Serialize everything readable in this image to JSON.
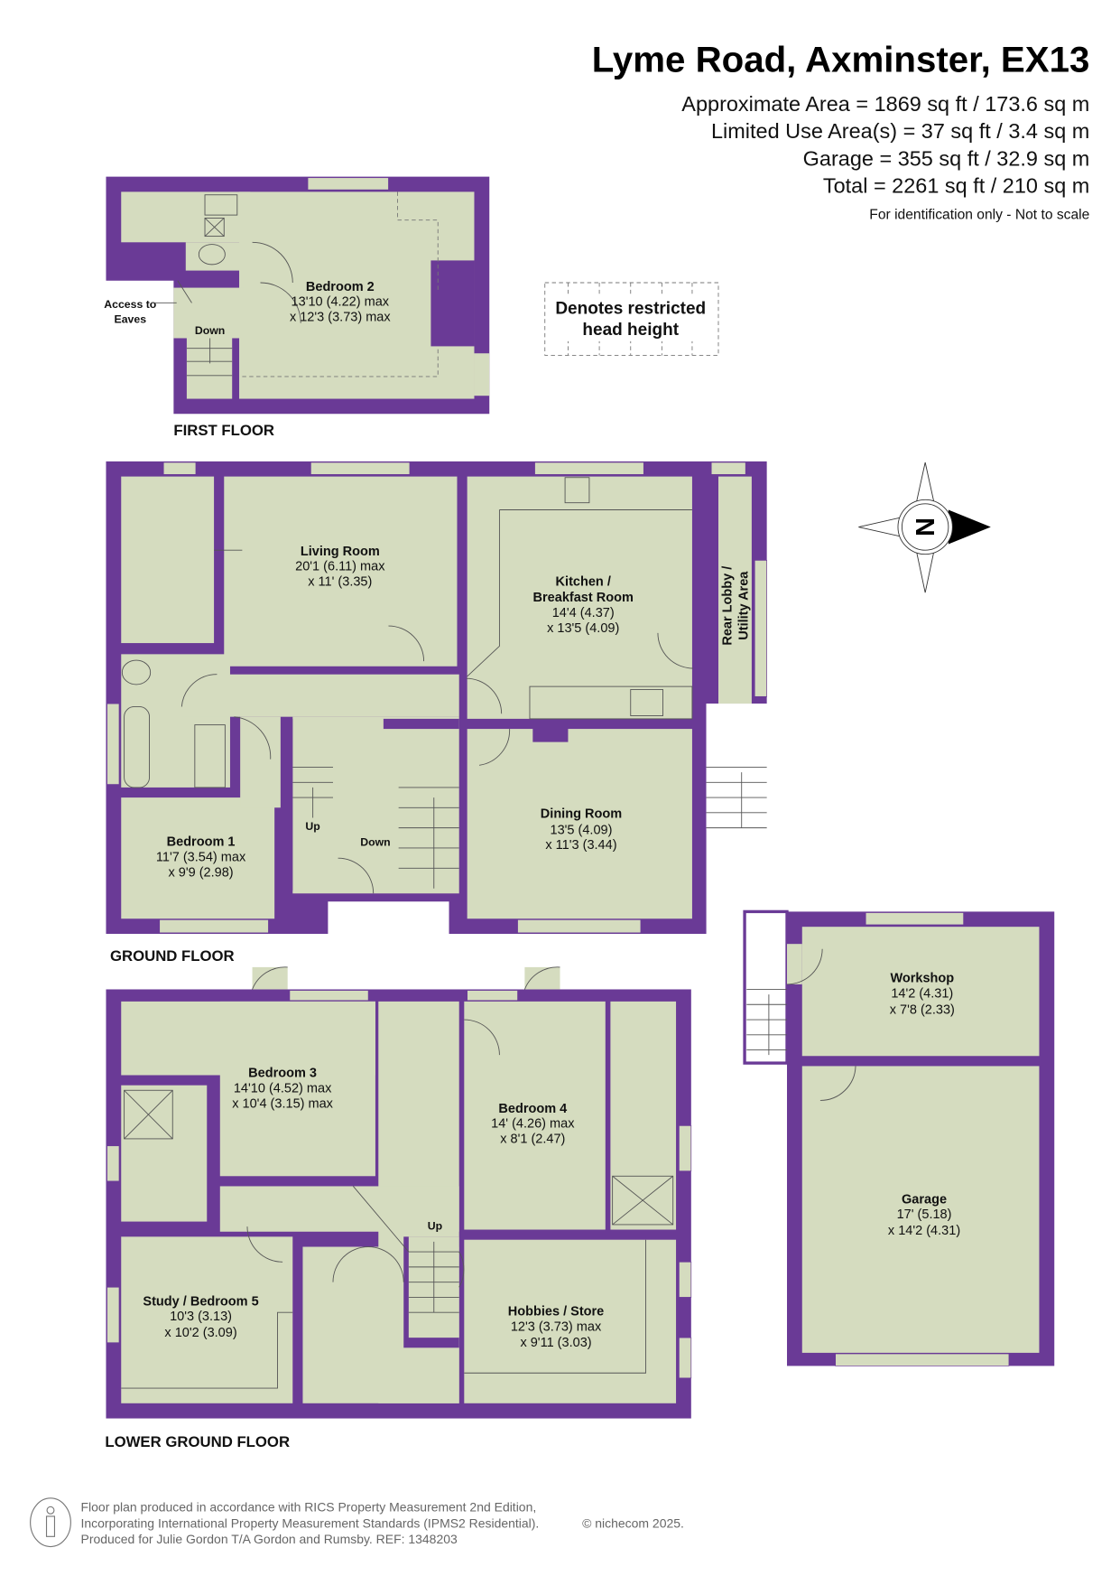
{
  "header": {
    "title": "Lyme Road, Axminster, EX13",
    "areas": [
      "Approximate Area = 1869 sq ft / 173.6 sq m",
      "Limited Use Area(s) = 37 sq ft / 3.4 sq m",
      "Garage = 355 sq ft / 32.9 sq m",
      "Total = 2261 sq ft / 210 sq m"
    ],
    "note": "For identification only - Not to scale"
  },
  "legend": {
    "line1": "Denotes restricted",
    "line2": "head height"
  },
  "compass": {
    "label": "N"
  },
  "floors": {
    "first": "FIRST FLOOR",
    "ground": "GROUND FLOOR",
    "lower": "LOWER GROUND FLOOR"
  },
  "annotations": {
    "access_line1": "Access to",
    "access_line2": "Eaves",
    "down": "Down",
    "up": "Up"
  },
  "rooms": {
    "bedroom2": {
      "name": "Bedroom 2",
      "dim1": "13'10 (4.22) max",
      "dim2": "x 12'3 (3.73) max"
    },
    "living": {
      "name": "Living Room",
      "dim1": "20'1 (6.11) max",
      "dim2": "x 11' (3.35)"
    },
    "kitchen": {
      "name1": "Kitchen /",
      "name2": "Breakfast Room",
      "dim1": "14'4 (4.37)",
      "dim2": "x 13'5 (4.09)"
    },
    "rear_lobby": {
      "name1": "Rear Lobby /",
      "name2": "Utility Area"
    },
    "bedroom1": {
      "name": "Bedroom 1",
      "dim1": "11'7 (3.54) max",
      "dim2": "x 9'9 (2.98)"
    },
    "dining": {
      "name": "Dining Room",
      "dim1": "13'5 (4.09)",
      "dim2": "x 11'3 (3.44)"
    },
    "bedroom3": {
      "name": "Bedroom 3",
      "dim1": "14'10 (4.52) max",
      "dim2": "x 10'4 (3.15) max"
    },
    "bedroom4": {
      "name": "Bedroom 4",
      "dim1": "14' (4.26) max",
      "dim2": "x 8'1 (2.47)"
    },
    "study": {
      "name": "Study / Bedroom 5",
      "dim1": "10'3 (3.13)",
      "dim2": "x 10'2 (3.09)"
    },
    "hobbies": {
      "name": "Hobbies / Store",
      "dim1": "12'3 (3.73) max",
      "dim2": "x 9'11 (3.03)"
    },
    "workshop": {
      "name": "Workshop",
      "dim1": "14'2 (4.31)",
      "dim2": "x 7'8 (2.33)"
    },
    "garage": {
      "name": "Garage",
      "dim1": "17' (5.18)",
      "dim2": "x 14'2 (4.31)"
    }
  },
  "footer": {
    "line1": "Floor plan produced in accordance with RICS Property Measurement 2nd Edition,",
    "line2": "Incorporating International Property Measurement Standards (IPMS2 Residential).",
    "copyright": "© nichecom 2025.",
    "line3": "Produced for Julie Gordon T/A Gordon and Rumsby.   REF:  1348203"
  },
  "colors": {
    "wall": "#6a3a96",
    "floor": "#d5dcbf"
  }
}
